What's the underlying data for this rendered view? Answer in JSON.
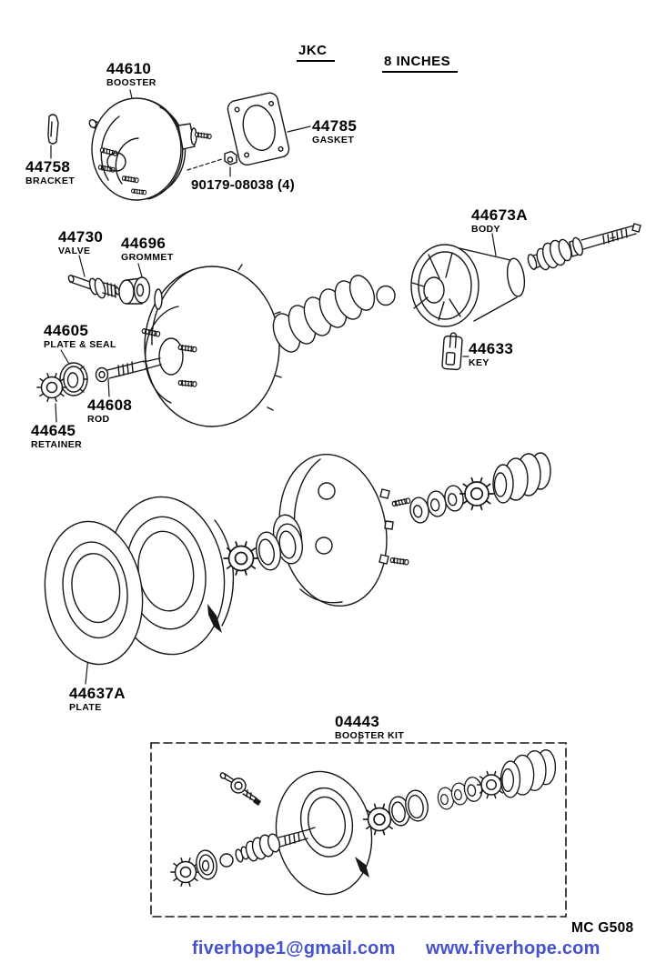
{
  "page": {
    "header": {
      "region_code": "JKC",
      "size_note": "8 INCHES"
    },
    "doc_code": "MC G508",
    "footer": {
      "email": "fiverhope1@gmail.com",
      "website": "www.fiverhope.com"
    }
  },
  "colors": {
    "background": "#ffffff",
    "line": "#161616",
    "link": "#4652cc"
  },
  "parts": [
    {
      "id": "44610",
      "label": "BOOSTER"
    },
    {
      "id": "44758",
      "label": "BRACKET"
    },
    {
      "id": "44785",
      "label": "GASKET"
    },
    {
      "id": "90179-08038 (4)",
      "label": ""
    },
    {
      "id": "44730",
      "label": "VALVE"
    },
    {
      "id": "44696",
      "label": "GROMMET"
    },
    {
      "id": "44673A",
      "label": "BODY"
    },
    {
      "id": "44605",
      "label": "PLATE & SEAL"
    },
    {
      "id": "44633",
      "label": "KEY"
    },
    {
      "id": "44608",
      "label": "ROD"
    },
    {
      "id": "44645",
      "label": "RETAINER"
    },
    {
      "id": "44637A",
      "label": "PLATE"
    },
    {
      "id": "04443",
      "label": "BOOSTER KIT"
    }
  ]
}
